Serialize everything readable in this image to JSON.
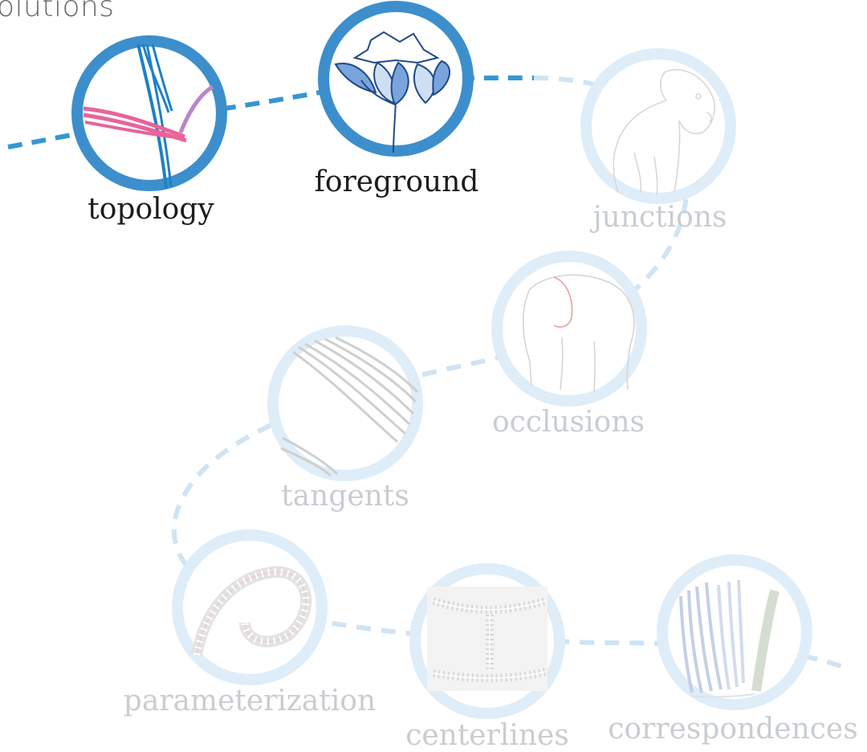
{
  "heading": "olutions",
  "colors": {
    "active_ring": "#3c8fcc",
    "faded_ring": "#deedf8",
    "path_active": "#3596d2",
    "path_faded": "#cfe4f4",
    "active_label": "#1c1c1c",
    "faded_label": "#c9cdd1"
  },
  "nodes": [
    {
      "id": "topology",
      "label": "topology",
      "state": "active",
      "icon": "crossing-strokes-icon"
    },
    {
      "id": "foreground",
      "label": "foreground",
      "state": "active",
      "icon": "flower-icon"
    },
    {
      "id": "junctions",
      "label": "junctions",
      "state": "faded",
      "icon": "dog-sketch-icon"
    },
    {
      "id": "occlusions",
      "label": "occlusions",
      "state": "faded",
      "icon": "elephant-sketch-icon"
    },
    {
      "id": "tangents",
      "label": "tangents",
      "state": "faded",
      "icon": "hair-strokes-icon"
    },
    {
      "id": "parameterization",
      "label": "parameterization",
      "state": "faded",
      "icon": "spiral-grid-icon"
    },
    {
      "id": "centerlines",
      "label": "centerlines",
      "state": "faded",
      "icon": "dotted-centerline-icon"
    },
    {
      "id": "correspondences",
      "label": "correspondences",
      "state": "faded",
      "icon": "brush-strokes-icon"
    }
  ]
}
